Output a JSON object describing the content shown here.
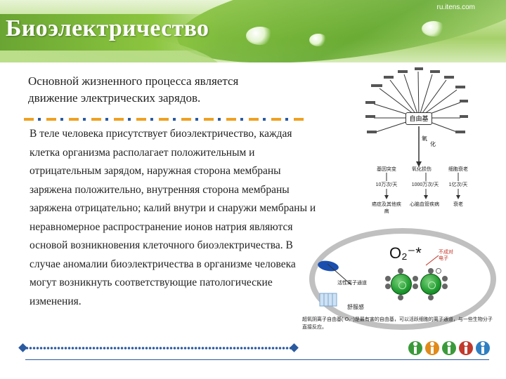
{
  "header": {
    "title": "Биоэлектричество",
    "site": "ru.itens.com"
  },
  "intro": {
    "text": "Основной жизненного процесса является движение электрических зарядов."
  },
  "body": {
    "text": "В теле человека присутствует биоэлектричество, каждая клетка организма располагает положительным и отрицательным зарядом, наружная сторона мембраны заряжена положительно, внутренняя сторона мембраны заряжена отрицательно; калий внутри и снаружи мембраны и неравномерное распространение ионов натрия являются основой возникновения клеточного биоэлектричества. В случае аномалии биоэлектричества в организме человека могут возникнуть соответствующие патологические изменения."
  },
  "diagram": {
    "center_label": "自由基",
    "vertical_labels": [
      "氧",
      "化"
    ],
    "table_headers": [
      "基因突变",
      "氧化损伤",
      "细胞衰老"
    ],
    "table_values": [
      "10万次/天",
      "1000万次/天",
      "1亿次/天"
    ],
    "table_footers": [
      "癌症及其他疾病",
      "心脑血管疾病",
      "衰老"
    ],
    "molecule_label": "O₂⁻*",
    "red_note": "不成对\n电子",
    "side_note": "活性离子通道",
    "bottom_note": "舒服感",
    "caption": "超氧阴离子自由基(·O₂⁻)是最有害的自由基，可以活跃细胞的离子通道，与一些生物分子直接反应。"
  },
  "colors": {
    "accent_green": "#8cc63f",
    "dash_orange": "#f0a020",
    "dash_blue": "#2a5aa0",
    "atom_green": "#1f9b2f"
  }
}
